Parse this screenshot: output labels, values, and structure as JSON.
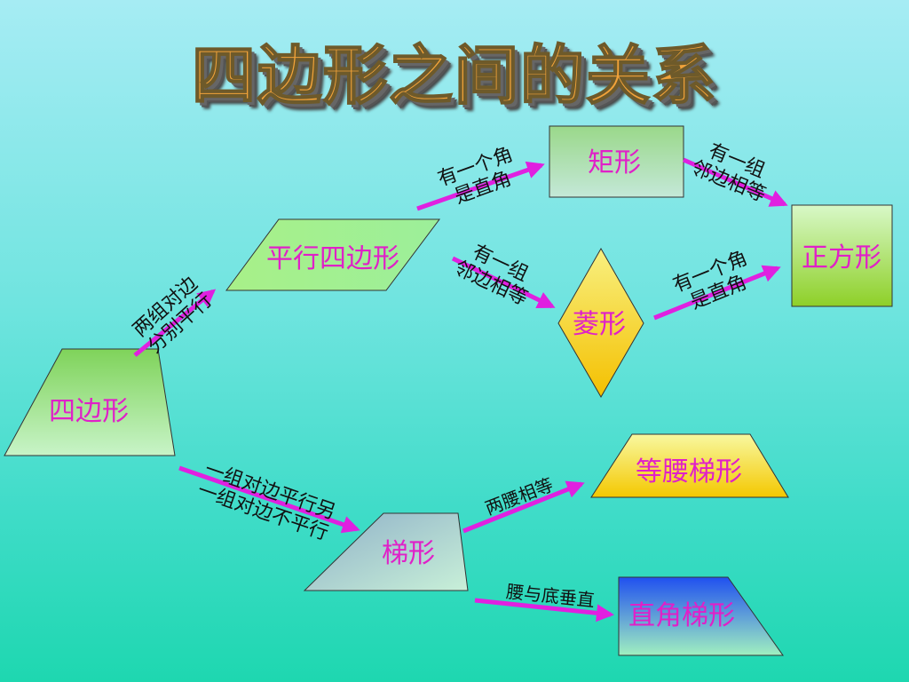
{
  "title": "四边形之间的关系",
  "colors": {
    "label": "#e020c8",
    "arrow": "#e020e0"
  },
  "nodes": {
    "quadrilateral": "四边形",
    "parallelogram": "平行四边形",
    "rectangle": "矩形",
    "rhombus": "菱形",
    "square": "正方形",
    "trapezoid": "梯形",
    "isosceles_trapezoid": "等腰梯形",
    "right_trapezoid": "直角梯形"
  },
  "edges": {
    "quad_to_parallelogram": [
      "两组对边",
      "分别平行"
    ],
    "parallelogram_to_rectangle": [
      "有一个角",
      "是直角"
    ],
    "parallelogram_to_rhombus": [
      "有一组",
      "邻边相等"
    ],
    "rectangle_to_square": [
      "有一组",
      "邻边相等"
    ],
    "rhombus_to_square": [
      "有一个角",
      "是直角"
    ],
    "quad_to_trapezoid": [
      "一组对边平行另",
      "一组对边不平行"
    ],
    "trapezoid_to_isosceles": [
      "两腰相等"
    ],
    "trapezoid_to_right": [
      "腰与底垂直"
    ]
  }
}
